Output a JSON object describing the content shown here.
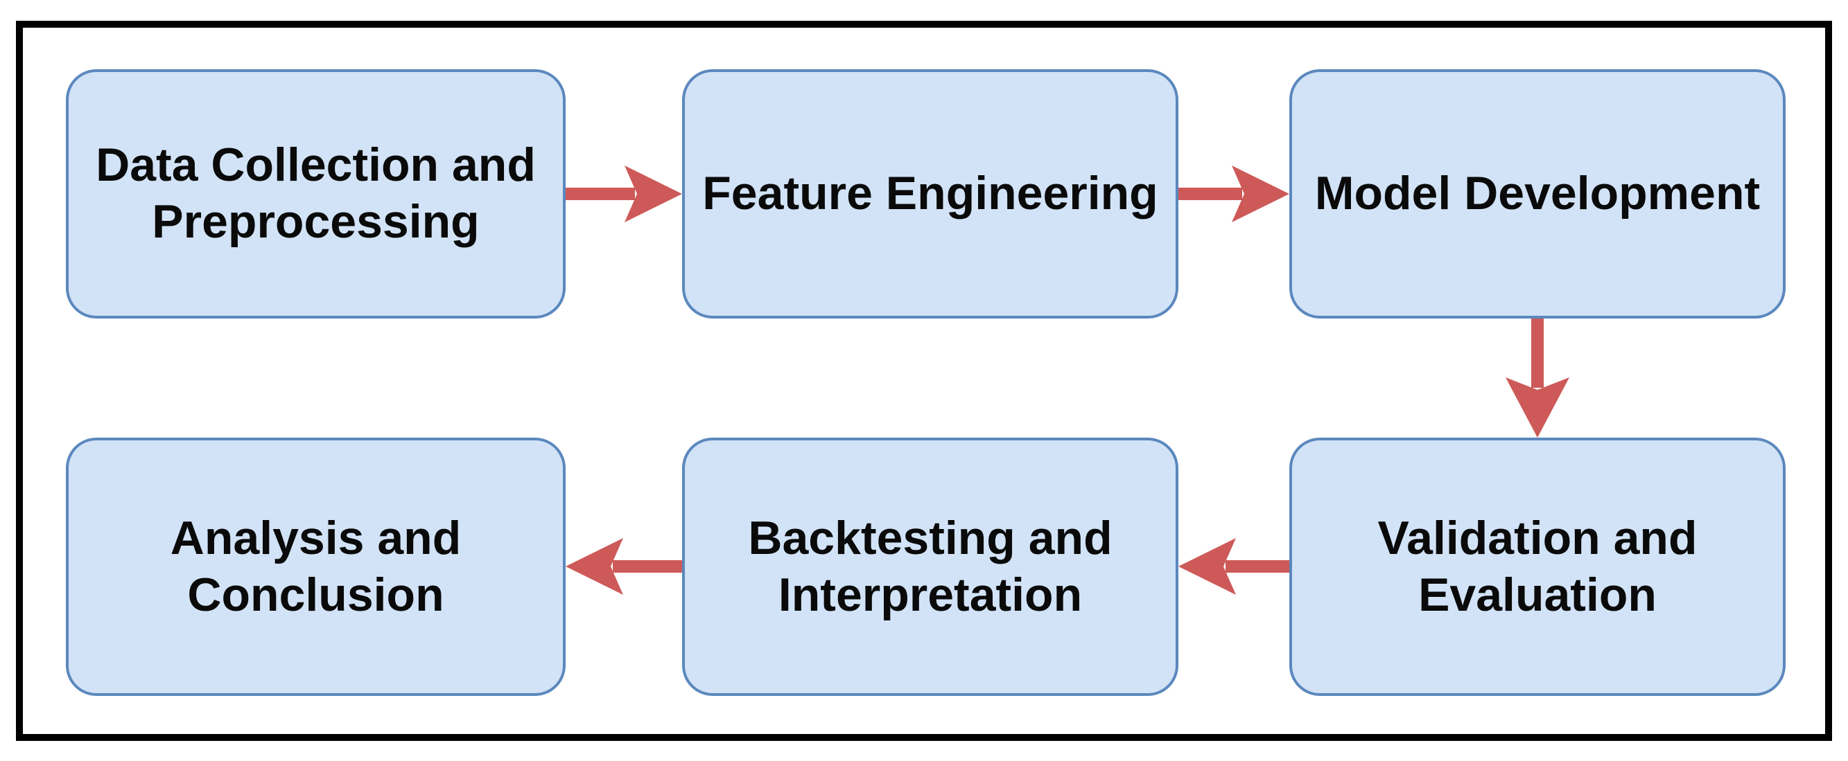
{
  "diagram": {
    "type": "flowchart",
    "background_color": "#ffffff",
    "frame_color": "#000000",
    "node_fill_color": "#d2e3f7",
    "node_border_color": "#5b88bd",
    "arrow_color": "#cd5a58",
    "text_color": "#0a0a0a",
    "nodes": [
      {
        "id": "data-collection-and-preprocessing",
        "label": "Data Collection and\nPreprocessing",
        "row": 1,
        "col": 1
      },
      {
        "id": "feature-engineering",
        "label": "Feature Engineering",
        "row": 1,
        "col": 2
      },
      {
        "id": "model-development",
        "label": "Model Development",
        "row": 1,
        "col": 3
      },
      {
        "id": "analysis-and-conclusion",
        "label": "Analysis and\nConclusion",
        "row": 2,
        "col": 1
      },
      {
        "id": "backtesting-and-interpretation",
        "label": "Backtesting and\nInterpretation",
        "row": 2,
        "col": 2
      },
      {
        "id": "validation-and-evaluation",
        "label": "Validation and\nEvaluation",
        "row": 2,
        "col": 3
      }
    ],
    "edges": [
      {
        "from": "data-collection-and-preprocessing",
        "to": "feature-engineering",
        "direction": "right"
      },
      {
        "from": "feature-engineering",
        "to": "model-development",
        "direction": "right"
      },
      {
        "from": "model-development",
        "to": "validation-and-evaluation",
        "direction": "down"
      },
      {
        "from": "validation-and-evaluation",
        "to": "backtesting-and-interpretation",
        "direction": "left"
      },
      {
        "from": "backtesting-and-interpretation",
        "to": "analysis-and-conclusion",
        "direction": "left"
      }
    ]
  }
}
